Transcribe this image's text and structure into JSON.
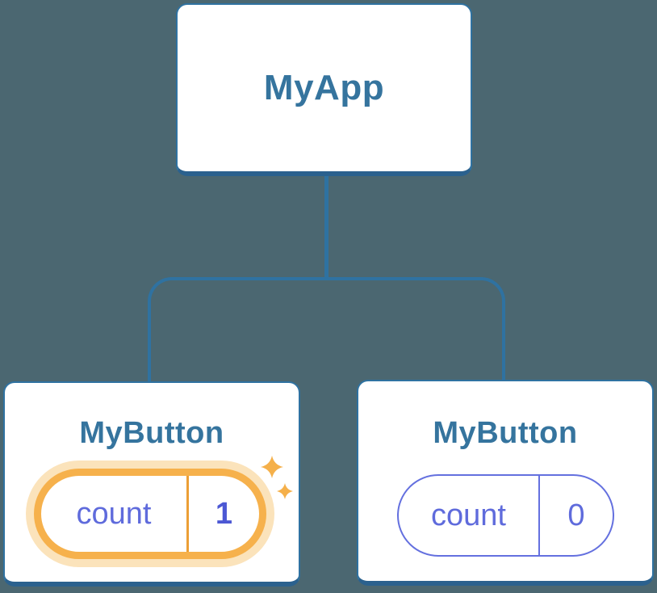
{
  "diagram": {
    "type": "component-tree",
    "tree": {
      "root": {
        "label": "MyApp"
      },
      "children": [
        {
          "label": "MyButton",
          "state": {
            "key": "count",
            "value": "1"
          },
          "highlighted": true,
          "decoration": "sparkles-icon"
        },
        {
          "label": "MyButton",
          "state": {
            "key": "count",
            "value": "0"
          },
          "highlighted": false
        }
      ]
    }
  },
  "palette": {
    "background": "#4B6771",
    "card_fill": "#FFFFFF",
    "card_border": "#2F72A1",
    "card_border_bottom": "#2B618E",
    "connector": "#2F72A1",
    "heading_text": "#35749E",
    "state_text": "#5F6BDC",
    "state_value_bold": "#4C58D4",
    "state_pill_border": "#6470DF",
    "highlight_ring": "#F6B14C",
    "highlight_halo": "#FBE3BB",
    "highlight_divider": "#EC9F36",
    "sparkle": "#F5B04A"
  }
}
